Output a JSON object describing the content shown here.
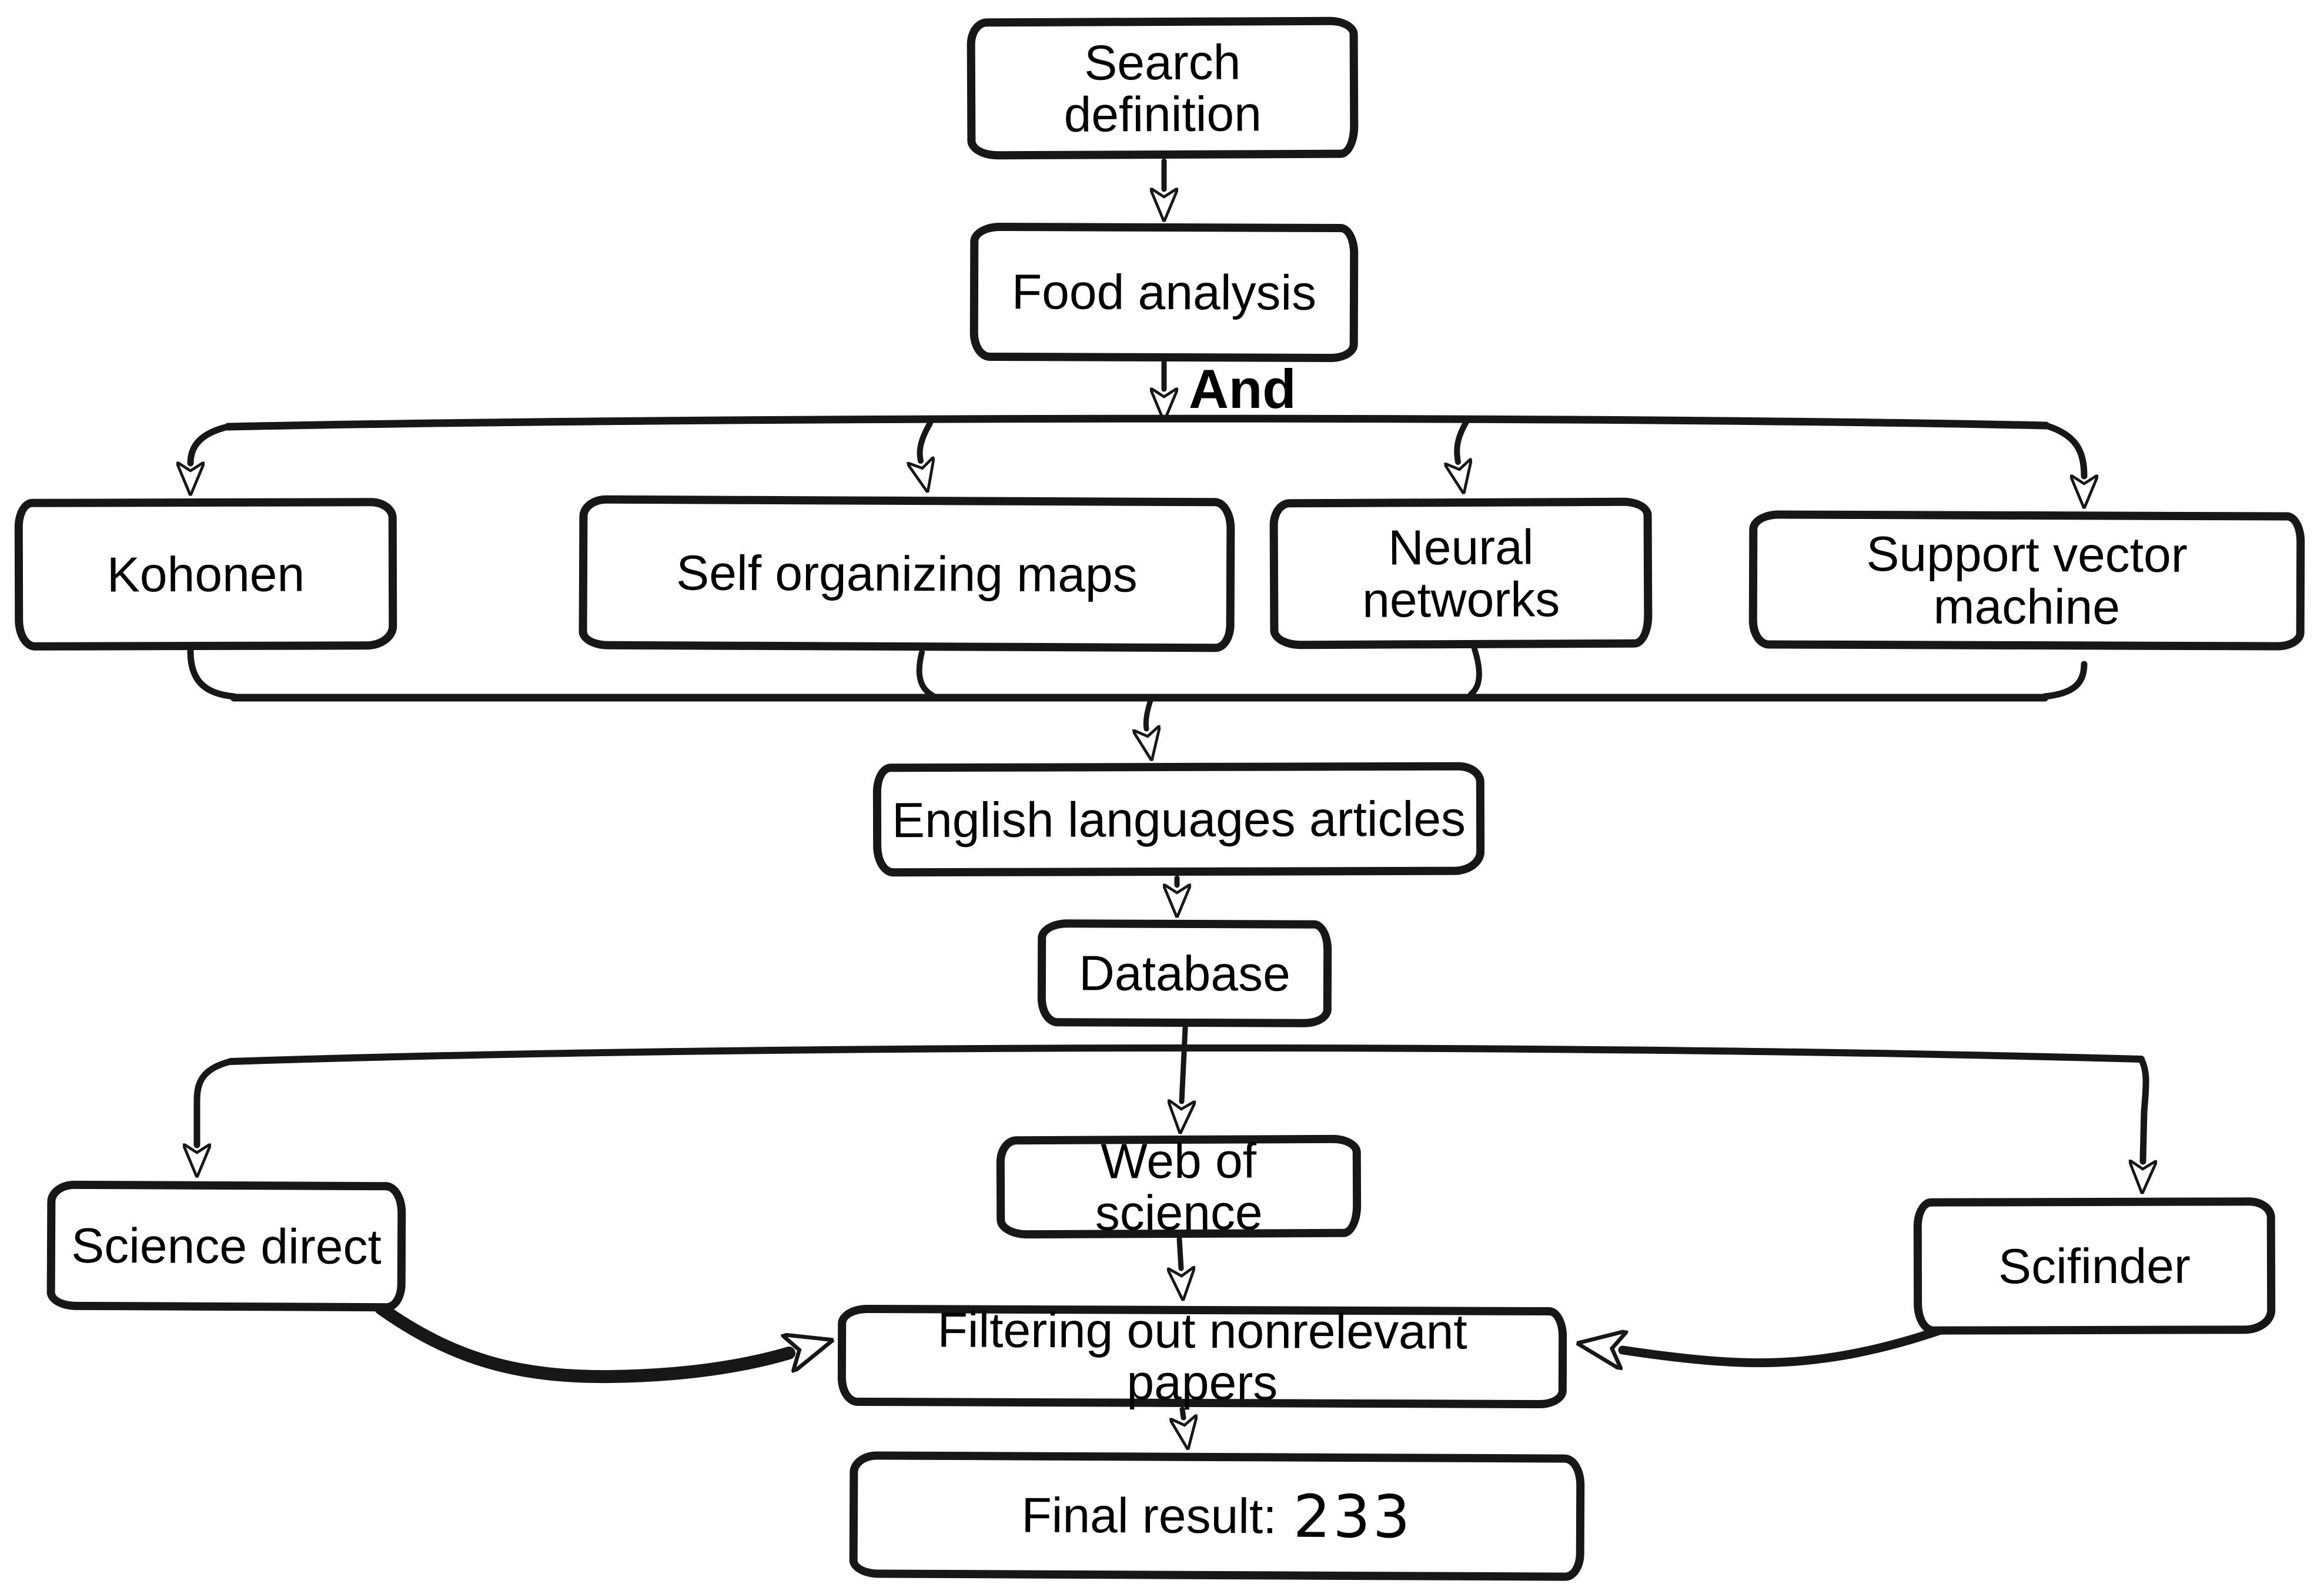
{
  "diagram": {
    "type": "flowchart",
    "colors": {
      "background": "#ffffff",
      "stroke": "#171717",
      "text": "#000000",
      "box_fill": "#ffffff"
    },
    "operator_label": "And",
    "nodes": [
      {
        "id": "search-definition",
        "label": "Search definition"
      },
      {
        "id": "food-analysis",
        "label": "Food analysis"
      },
      {
        "id": "kohonen",
        "label": "Kohonen"
      },
      {
        "id": "self-organizing-maps",
        "label": "Self organizing maps"
      },
      {
        "id": "neural-networks",
        "label": "Neural networks"
      },
      {
        "id": "support-vector-machine",
        "label": "Support vector machine"
      },
      {
        "id": "english-languages-articles",
        "label": "English languages articles"
      },
      {
        "id": "database",
        "label": "Database"
      },
      {
        "id": "science-direct",
        "label": "Science direct"
      },
      {
        "id": "web-of-science",
        "label": "Web of science"
      },
      {
        "id": "scifinder",
        "label": "Scifinder"
      },
      {
        "id": "filtering",
        "label": "Filtering out nonrelevant papers"
      },
      {
        "id": "final-result",
        "label": "Final result:",
        "value": "233"
      }
    ],
    "edges": [
      {
        "from": "search-definition",
        "to": "food-analysis"
      },
      {
        "from": "food-analysis",
        "to": "kohonen",
        "operator": "And"
      },
      {
        "from": "food-analysis",
        "to": "self-organizing-maps",
        "operator": "And"
      },
      {
        "from": "food-analysis",
        "to": "neural-networks",
        "operator": "And"
      },
      {
        "from": "food-analysis",
        "to": "support-vector-machine",
        "operator": "And"
      },
      {
        "from": "kohonen",
        "to": "english-languages-articles"
      },
      {
        "from": "self-organizing-maps",
        "to": "english-languages-articles"
      },
      {
        "from": "neural-networks",
        "to": "english-languages-articles"
      },
      {
        "from": "support-vector-machine",
        "to": "english-languages-articles"
      },
      {
        "from": "english-languages-articles",
        "to": "database"
      },
      {
        "from": "database",
        "to": "science-direct"
      },
      {
        "from": "database",
        "to": "web-of-science"
      },
      {
        "from": "database",
        "to": "scifinder"
      },
      {
        "from": "science-direct",
        "to": "filtering"
      },
      {
        "from": "web-of-science",
        "to": "filtering"
      },
      {
        "from": "scifinder",
        "to": "filtering"
      },
      {
        "from": "filtering",
        "to": "final-result"
      }
    ]
  }
}
